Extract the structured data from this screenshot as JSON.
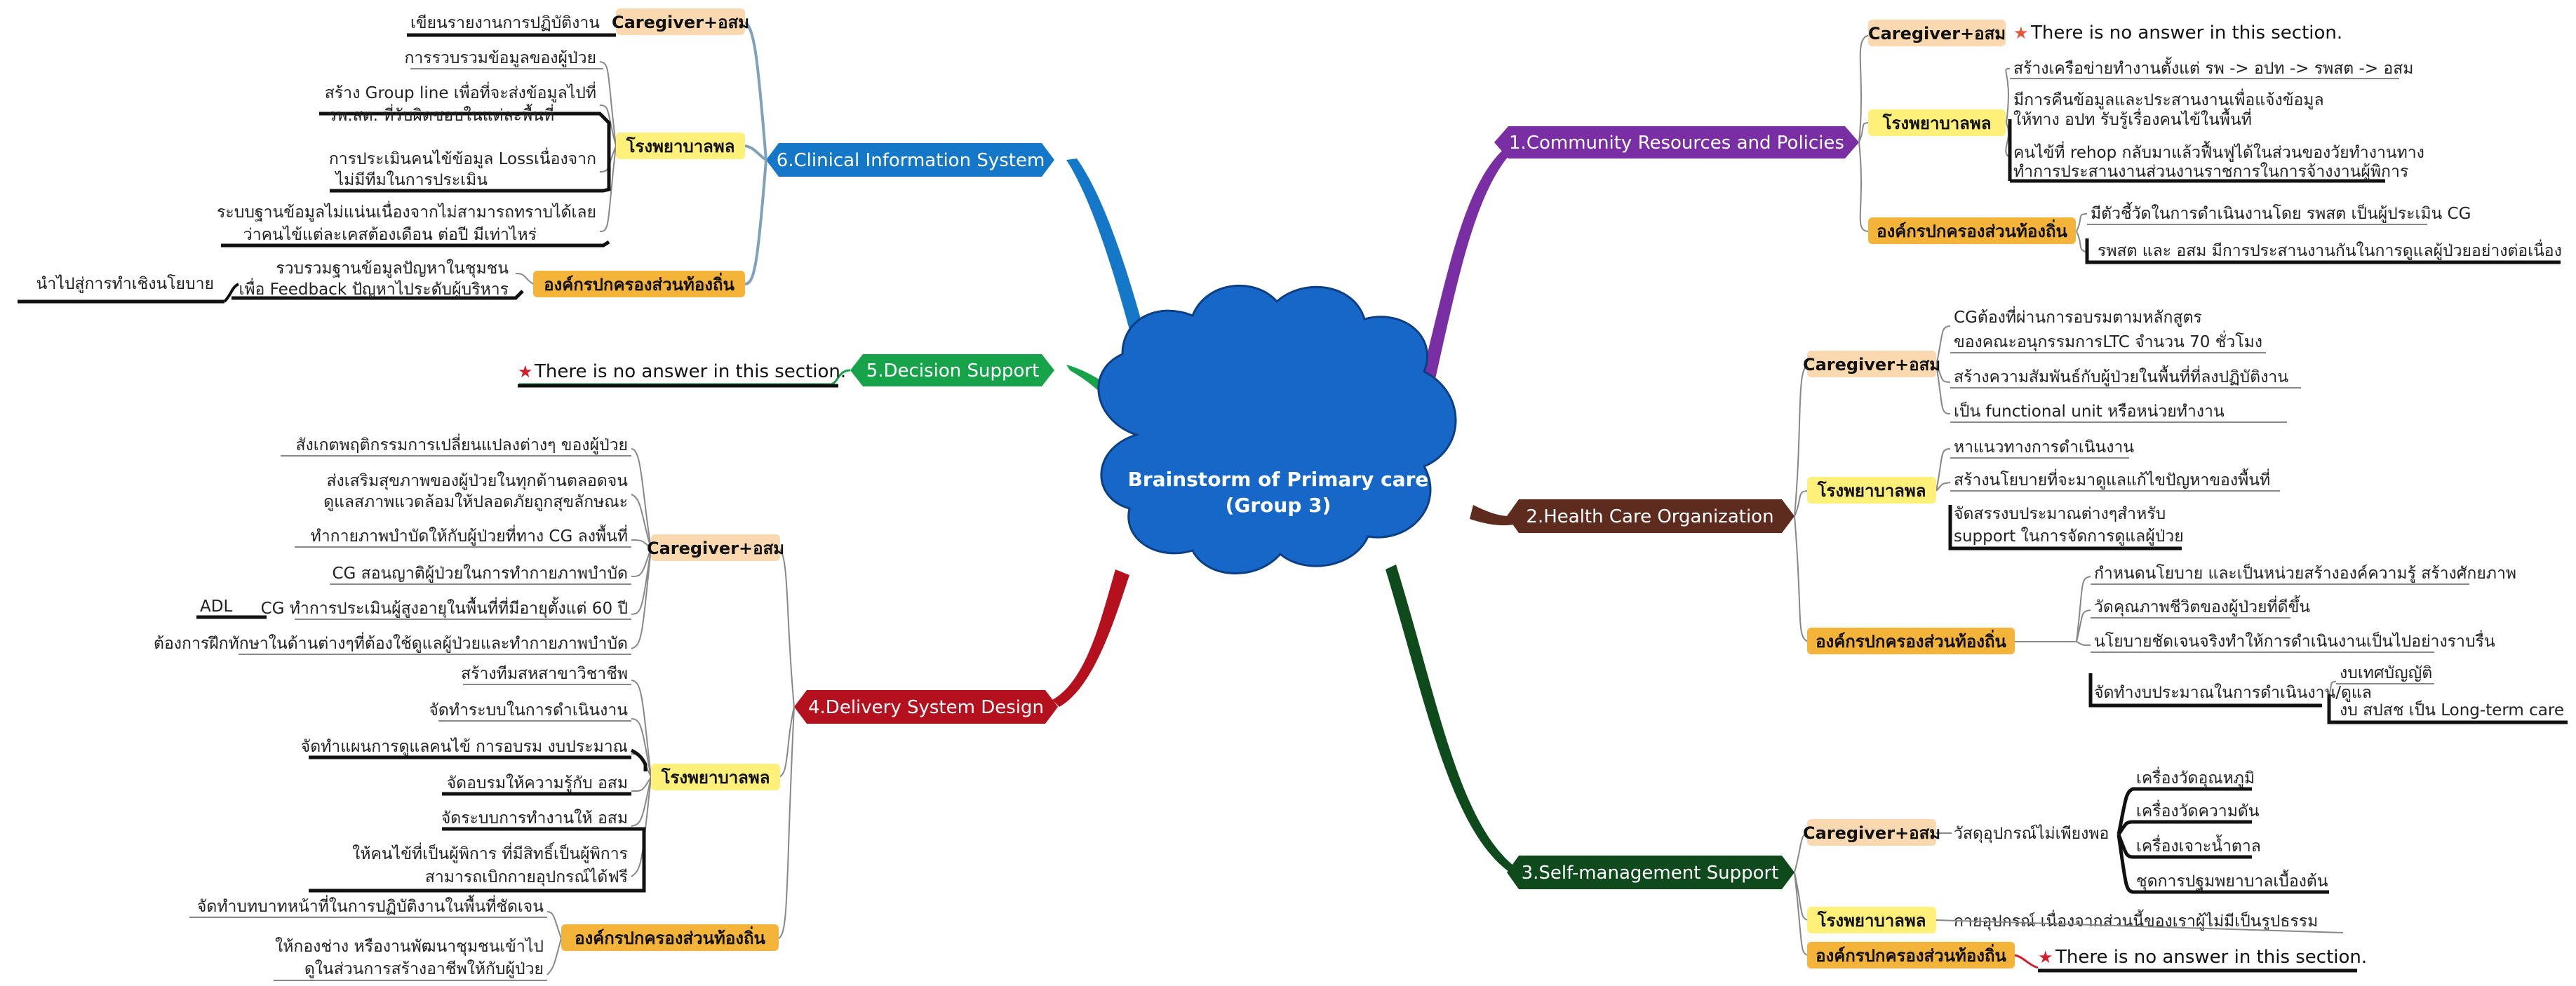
{
  "center": {
    "line1": "Brainstorm of Primary care",
    "line2": "(Group 3)"
  },
  "branches": {
    "community": "1.Community Resources and Policies",
    "health_org": "2.Health Care Organization",
    "self_mgmt": "3.Self-management Support",
    "delivery": "4.Delivery System Design",
    "decision": "5.Decision Support",
    "clinical": "6.Clinical Information System"
  },
  "labels": {
    "caregiver": "Caregiver+อสม",
    "hospital": "โรงพยาบาลพล",
    "local_gov": "องค์กรปกครองส่วนท้องถิ่น",
    "no_answer": "There is no answer in this section."
  },
  "community": {
    "hospital": [
      "สร้างเครือข่ายทำงานตั้งแต่ รพ -> อปท -> รพสต -> อสม",
      "มีการคืนข้อมูลและประสานงานเพื่อแจ้งข้อมูล",
      "ให้ทาง อปท รับรู้เรื่องคนไข้ในพื้นที่",
      "คนไข้ที่ rehop กลับมาแล้วฟื้นฟูได้ในส่วนของวัยทำงานทาง",
      "ทำการประสานงานส่วนงานราชการในการจ้างงานผู้พิการ"
    ],
    "local": [
      "มีตัวชี้วัดในการดำเนินงานโดย รพสต เป็นผู้ประเมิน CG",
      "รพสต และ อสม มีการประสานงานกันในการดูแลผู้ป่วยอย่างต่อเนื่อง"
    ]
  },
  "health_org": {
    "caregiver": [
      "CGต้องที่ผ่านการอบรมตามหลักสูตร",
      "ของคณะอนุกรรมการLTC จำนวน 70 ชั่วโมง",
      "สร้างความสัมพันธ์กับผู้ป่วยในพื้นที่ที่ลงปฏิบัติงาน",
      "เป็น functional unit  หรือหน่วยทำงาน"
    ],
    "hospital": [
      "หาแนวทางการดำเนินงาน",
      "สร้างนโยบายที่จะมาดูแลแก้ไขปัญหาของพื้นที่",
      "จัดสรรงบประมาณต่างๆสำหรับ",
      "support ในการจัดการดูแลผู้ป่วย"
    ],
    "local": [
      "กำหนดนโยบาย และเป็นหน่วยสร้างองค์ความรู้ สร้างศักยภาพ",
      "วัดคุณภาพชีวิตของผู้ป่วยที่ดีขึ้น",
      "นโยบายชัดเจนจริงทำให้การดำเนินงานเป็นไปอย่างราบรื่น",
      "จัดทำงบประมาณในการดำเนินงาน/ดูแล"
    ],
    "budget": [
      "งบเทศบัญญัติ",
      "งบ สปสช เป็น Long-term care"
    ]
  },
  "self_mgmt": {
    "caregiver": "วัสดุอุปกรณ์ไม่เพียงพอ",
    "equipment": [
      "เครื่องวัดอุณหภูมิ",
      "เครื่องวัดความดัน",
      "เครื่องเจาะน้ำตาล",
      "ชุดการปฐมพยาบาลเบื้องต้น"
    ],
    "hospital": "กายอุปกรณ์ เนื่องจากส่วนนี้ของเราผู้ไม่มีเป็นรูปธรรม"
  },
  "delivery": {
    "caregiver": [
      "สังเกตพฤติกรรมการเปลี่ยนแปลงต่างๆ ของผู้ป่วย",
      "ส่งเสริมสุขภาพของผู้ป่วยในทุกด้านตลอดจน",
      "ดูแลสภาพแวดล้อมให้ปลอดภัยถูกสุขลักษณะ",
      "ทำกายภาพบำบัดให้กับผู้ป่วยที่ทาง CG ลงพื้นที่",
      "CG สอนญาติผู้ป่วยในการทำกายภาพบำบัด",
      "CG ทำการประเมินผู้สูงอายุในพื้นที่ที่มีอายุตั้งแต่ 60 ปี",
      "ต้องการฝึกทักษาในด้านต่างๆที่ต้องใช้ดูแลผู้ป่วยและทำกายภาพบำบัด"
    ],
    "adl": "ADL",
    "hospital": [
      "สร้างทีมสหสาขาวิชาชีพ",
      "จัดทำระบบในการดำเนินงาน",
      "จัดทำแผนการดูแลคนไข้ การอบรม งบประมาณ",
      "จัดอบรมให้ความรู้กับ อสม",
      "จัดระบบการทำงานให้ อสม",
      "ให้คนไข้ที่เป็นผู้พิการ ที่มีสิทธิ์เป็นผู้พิการ",
      "สามารถเบิกกายอุปกรณ์ได้ฟรี"
    ],
    "local": [
      "จัดทำบทบาทหน้าที่ในการปฏิบัติงานในพื้นที่ชัดเจน",
      "ให้กองช่าง หรืองานพัฒนาชุมชนเข้าไป",
      "ดูในส่วนการสร้างอาชีพให้กับผู้ป่วย"
    ]
  },
  "clinical": {
    "caregiver": "เขียนรายงานการปฏิบัติงาน",
    "hospital": [
      "การรวบรวมข้อมูลของผู้ป่วย",
      "สร้าง Group line เพื่อที่จะส่งข้อมูลไปที่",
      "รพ.สต. ที่รับผิดชอบในแต่ละพื้นที่",
      "การประเมินคนไข้ข้อมูล Lossเนื่องจาก",
      "ไม่มีทีมในการประเมิน",
      "ระบบฐานข้อมูลไม่แน่นเนื่องจากไม่สามารถทราบได้เลย",
      "ว่าคนไข้แต่ละเคสต้องเดือน ต่อปี มีเท่าไหร่"
    ],
    "local": [
      "รวบรวมฐานข้อมูลปัญหาในชุมชน",
      "เพื่อ Feedback ปัญหาไประดับผู้บริหาร"
    ],
    "policy": "นำไปสู่การทำเชิงนโยบาย"
  },
  "colors": {
    "purple": "#7a2ea3",
    "brown": "#5e2b1f",
    "darkgreen": "#0f4a1c",
    "red": "#b4101d",
    "green": "#17a34a",
    "blue": "#1577c8",
    "cloud": "#1767c9",
    "cat_caregiver": "#fad9b1",
    "cat_hospital": "#fff07a",
    "cat_local": "#f4b43a",
    "star": "#e0573c",
    "star_red": "#d41e2d"
  }
}
